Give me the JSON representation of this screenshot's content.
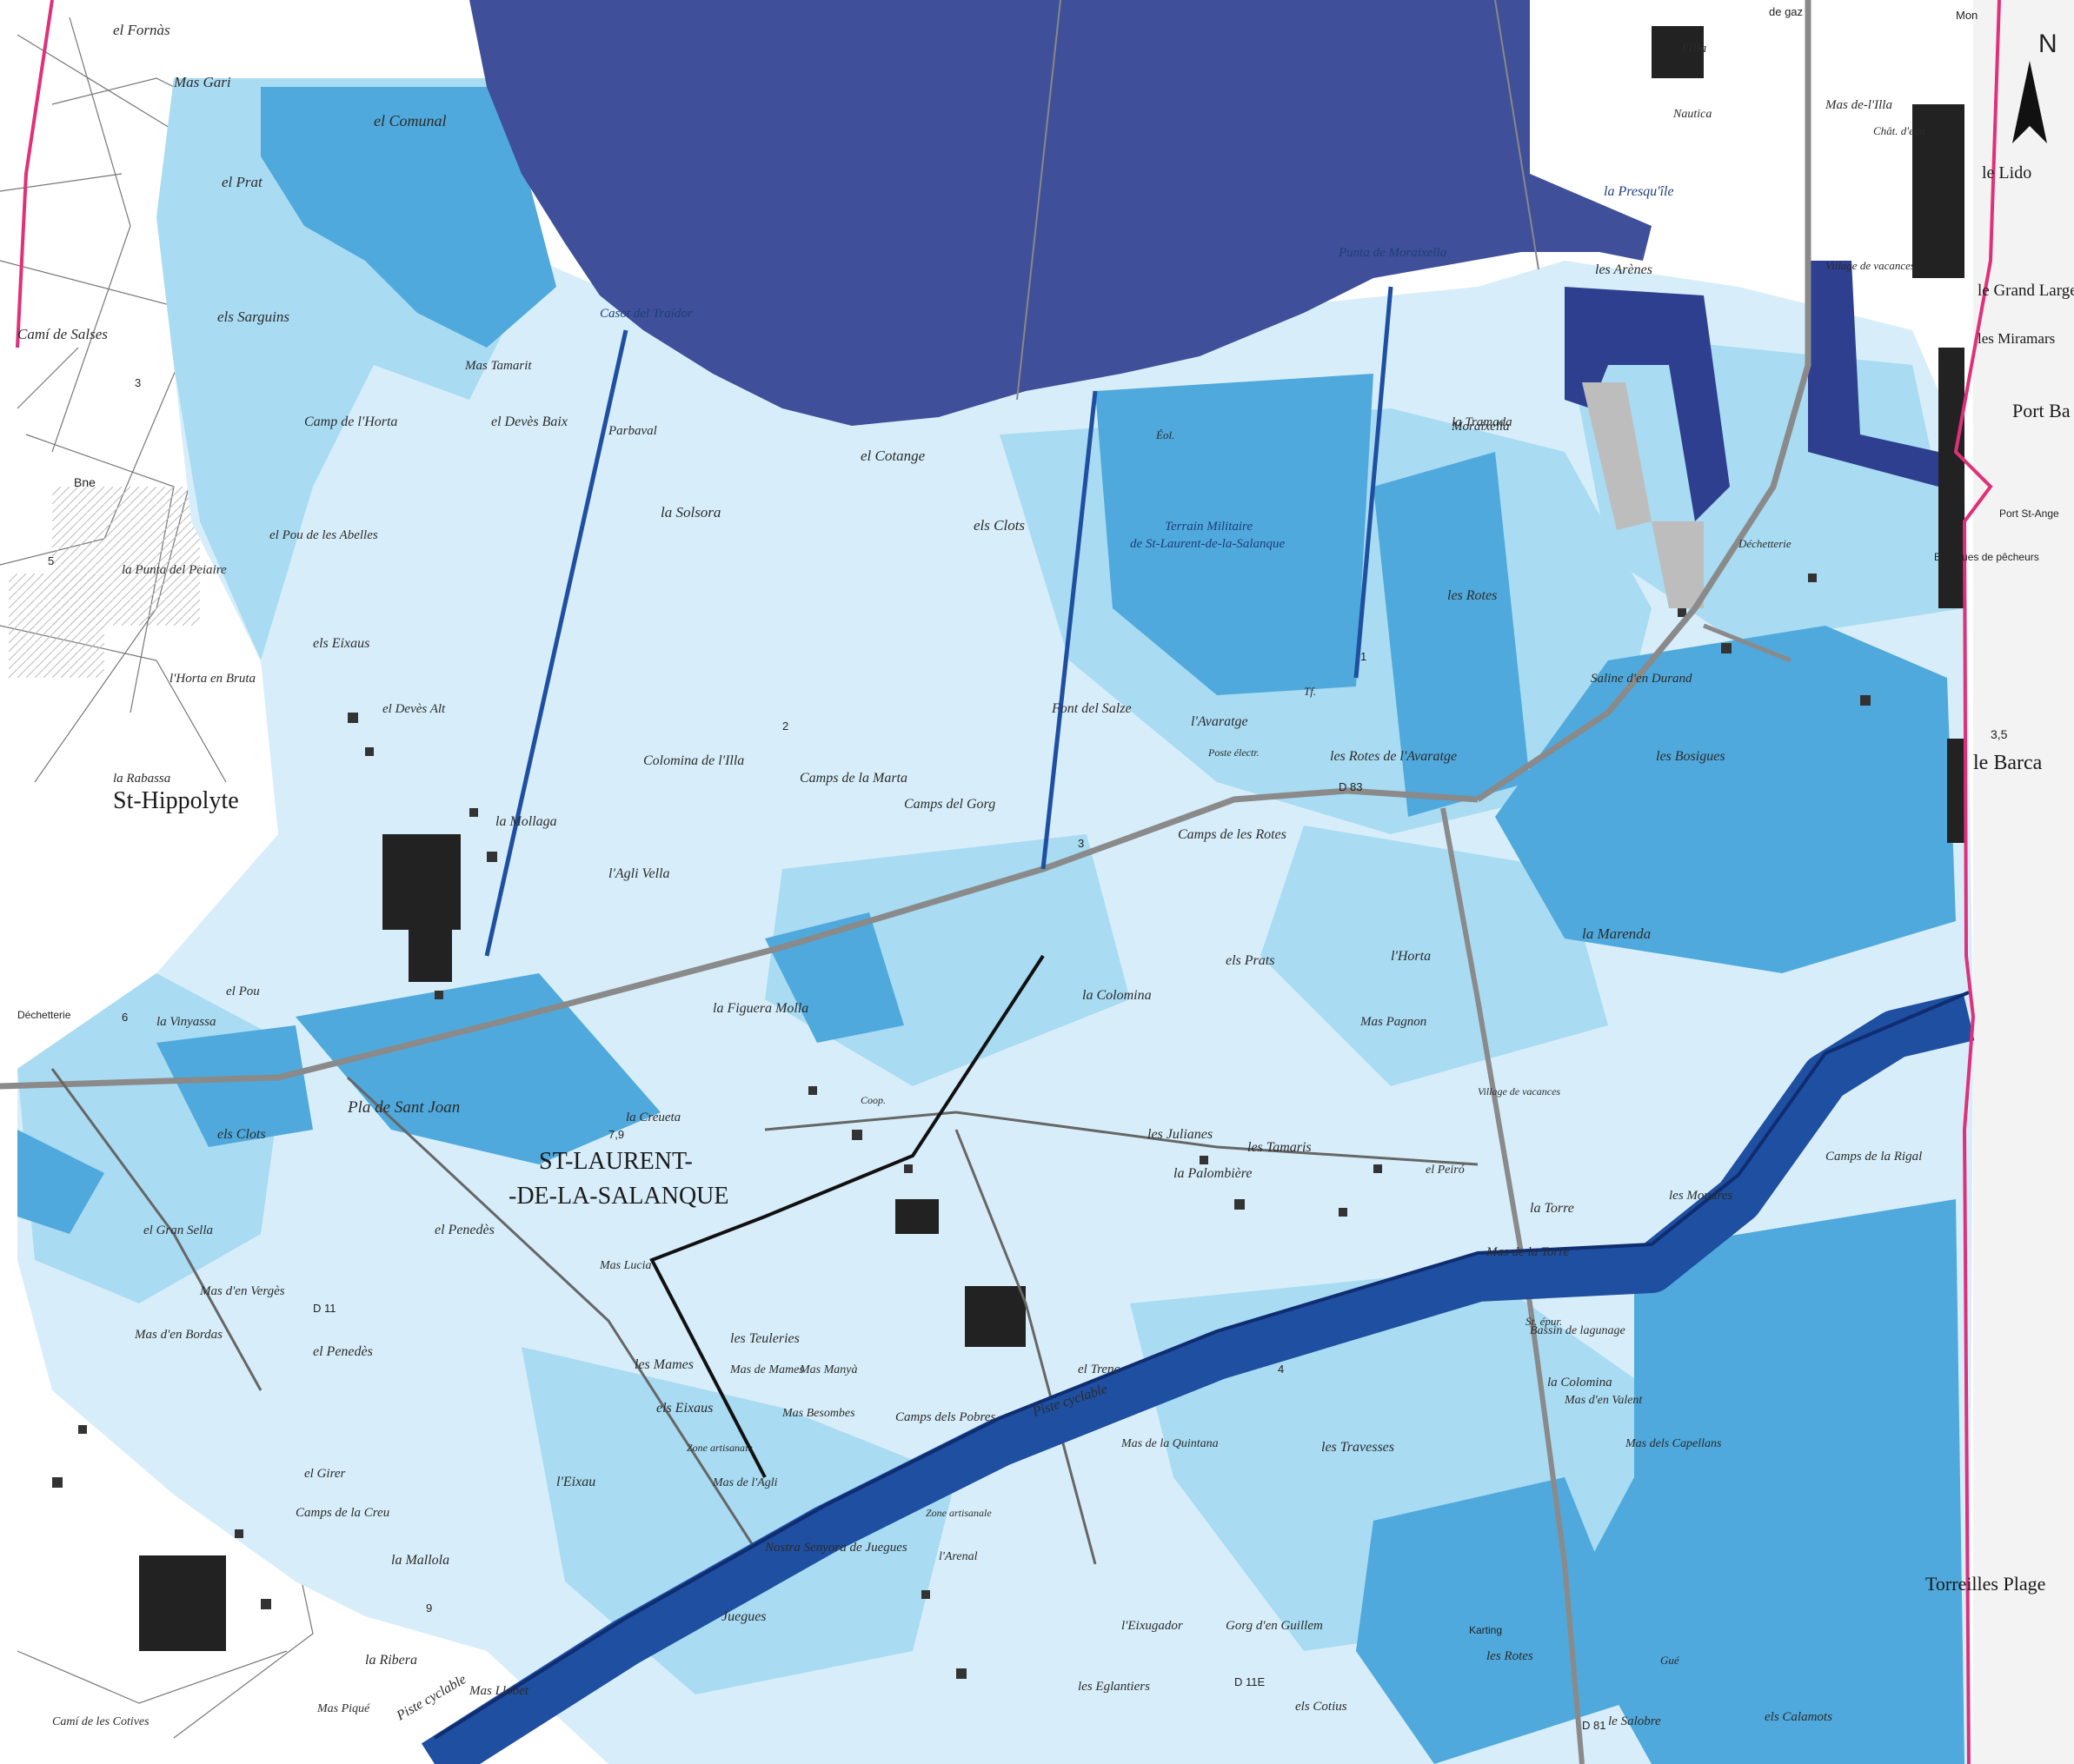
{
  "colors": {
    "lagoon": "#3f4f99",
    "river": "#1f4fa0",
    "flood_low": "#d7eefa",
    "flood_mid": "#a9dbf2",
    "flood_high": "#4fa9dc",
    "coast_line": "#e0307a",
    "land": "#ffffff",
    "parcel_line": "#555555",
    "urban": "#111111"
  },
  "icons": {
    "north_arrow": "north-arrow-icon"
  },
  "north_label": "N",
  "towns": {
    "st_hippolyte": "St-Hippolyte",
    "st_laurent_1": "ST-LAURENT-",
    "st_laurent_2": "-DE-LA-SALANQUE"
  },
  "labels": {
    "el_fornas": "el Fornàs",
    "mas_gari": "Mas Gari",
    "el_comunal": "el Comunal",
    "el_prat": "el Prat",
    "els_sarguins": "els Sarguins",
    "cami_salses": "Camí de Salses",
    "mas_tamarit": "Mas Tamarit",
    "camp_horta": "Camp de l'Horta",
    "el_deves_baix": "el Devès Baix",
    "parbaval": "Parbaval",
    "casot": "Casot del Traïdor",
    "punta_moraixella": "Punta de Moraixella",
    "el_cotange": "el Cotange",
    "la_solsora": "la Solsora",
    "els_clots": "els Clots",
    "terrain_militaire": "Terrain Militaire",
    "terrain_militaire2": "de St-Laurent-de-la-Salanque",
    "moraixella": "Moraixella",
    "la_tramada": "la Tramada",
    "la_presquile": "la Presqu'île",
    "les_arenes": "les Arènes",
    "nautica": "Nautica",
    "lilla": "l'Illa",
    "mas_de_lilla": "Mas de-l'Illa",
    "chat_deau": "Chât. d'eau",
    "le_lido": "le Lido",
    "village_vacances": "Village de vacances",
    "grand_large": "le Grand Large",
    "miramars": "les Miramars",
    "port_barcares": "Port Ba",
    "port_st_ange": "Port St-Ange",
    "baraques": "Baraques de pêcheurs",
    "decheterie": "Déchetterie",
    "les_rotes": "les Rotes",
    "saline": "Saline d'en Durand",
    "le_barcares": "le Barca",
    "les_bosigues": "les Bosigues",
    "la_marenda": "la Marenda",
    "rotes_avaratge": "les Rotes de l'Avaratge",
    "avaratge": "l'Avaratge",
    "font_salze": "Font del Salze",
    "camps_rotes": "Camps de les Rotes",
    "els_prats": "els Prats",
    "lhorta": "l'Horta",
    "mas_pagnon": "Mas Pagnon",
    "la_colomina": "la Colomina",
    "camps_marta": "Camps de la Marta",
    "camps_gorg": "Camps del Gorg",
    "colomina_illa": "Colomina de l'Illa",
    "la_mollaga": "la Mollaga",
    "agli_vella": "l'Agli Vella",
    "pou_abelles": "el Pou de les Abelles",
    "punta_peiaire": "la Punta del Peiaire",
    "els_eixaus": "els Eixaus",
    "horta_bruta": "l'Horta en Bruta",
    "deves_alt": "el Devès Alt",
    "la_rabassa": "la Rabassa",
    "el_pou": "el Pou",
    "la_vinyassa": "la Vinyassa",
    "decheterie2": "Déchetterie",
    "pla_sant_joan": "Pla de Sant Joan",
    "la_figuera_molla": "la Figuera Molla",
    "la_creuta": "la Creueta",
    "els_clots2": "els Clots",
    "gran_sella": "el Gran Sella",
    "el_penedes": "el Penedès",
    "el_penedes2": "el Penedès",
    "mas_verges": "Mas d'en Vergès",
    "mas_bordas": "Mas d'en Bordas",
    "mas_lucia": "Mas Lucia",
    "les_julianes": "les Julianes",
    "les_tamaris": "les Tamaris",
    "la_palombiere": "la Palombière",
    "el_peiro": "el Peiró",
    "la_torre": "la Torre",
    "mas_de_la_torre": "Mas de la Torre",
    "les_moudres": "les Moudres",
    "village_vacances2": "Village de vacances",
    "camps_rigal": "Camps de la Rigal",
    "bassin_lagunage": "Bassin de lagunage",
    "la_colomina2": "la Colomina",
    "mas_valent": "Mas d'en Valent",
    "mas_capellans": "Mas dels Capellans",
    "les_teuleries": "les Teuleries",
    "mas_mames": "Mas de Mames",
    "mas_manya": "Mas Manyà",
    "les_mames": "les Mames",
    "els_eixaus2": "els Eixaus",
    "mas_besombes": "Mas Besombes",
    "camps_pobres": "Camps dels Pobres",
    "zone_ordisane": "Zone artisanale",
    "mas_agli": "Mas de l'Agli",
    "mas_quintana": "Mas de la Quintana",
    "les_travesses": "les Travesses",
    "el_trenc": "el Trenc",
    "piste_cyclable": "Piste cyclable",
    "piste_cyclable2": "Piste cyclable",
    "nostra_senyora": "Nostra Senyora de Juegues",
    "juegues": "Juegues",
    "zone_artisanale": "Zone artisanale",
    "arenal": "l'Arenal",
    "leixugador": "l'Eixugador",
    "gorg_guillem": "Gorg d'en Guillem",
    "les_eglantiers": "les Eglantiers",
    "els_cotius": "els Cotius",
    "cami_cotives": "Camí de les Cotives",
    "mas_llobet": "Mas Llobet",
    "mas_pique": "Mas Piqué",
    "la_ribera": "la Ribera",
    "la_mallola": "la Mallola",
    "camps_creu": "Camps de la Creu",
    "el_girer": "el Girer",
    "leixau": "l'Eixau",
    "karting": "Karting",
    "les_rotes2": "les Rotes",
    "le_salobre": "le Salobre",
    "els_calamots": "els Calamots",
    "torreilles_plage": "Torreilles Plage",
    "mon": "Mon",
    "de_gaz": "de gaz",
    "d83": "D 83",
    "d81": "D 81",
    "d11": "D 11",
    "d11e": "D 11E",
    "bne": "Bne",
    "eol": "Éol.",
    "tf": "Tf.",
    "st_epur": "St. épur.",
    "poste": "Poste électr.",
    "coop": "Coop.",
    "gue": "Gué"
  },
  "spot_heights": [
    "3",
    "5",
    "2",
    "4",
    "1",
    "3,5",
    "7,9",
    "6",
    "9"
  ]
}
